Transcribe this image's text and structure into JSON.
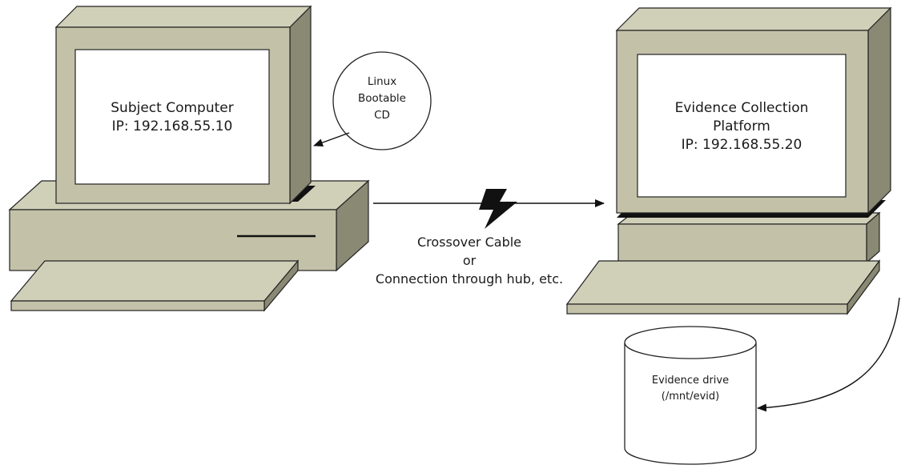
{
  "subject": {
    "label_line1": "Subject Computer",
    "label_line2": "IP: 192.168.55.10"
  },
  "boot_cd": {
    "line1": "Linux",
    "line2": "Bootable",
    "line3": "CD"
  },
  "platform": {
    "label_line1": "Evidence Collection",
    "label_line2": "Platform",
    "label_line3": "IP: 192.168.55.20"
  },
  "connection": {
    "line1": "Crossover Cable",
    "line2": "or",
    "line3": "Connection through hub, etc."
  },
  "drive": {
    "line1": "Evidence drive",
    "line2": "(/mnt/evid)"
  },
  "colors": {
    "case_front": "#c3c2a9",
    "case_top": "#d0cfb8",
    "case_side": "#8a8974",
    "screen": "#ffffff",
    "outline": "#222222"
  }
}
